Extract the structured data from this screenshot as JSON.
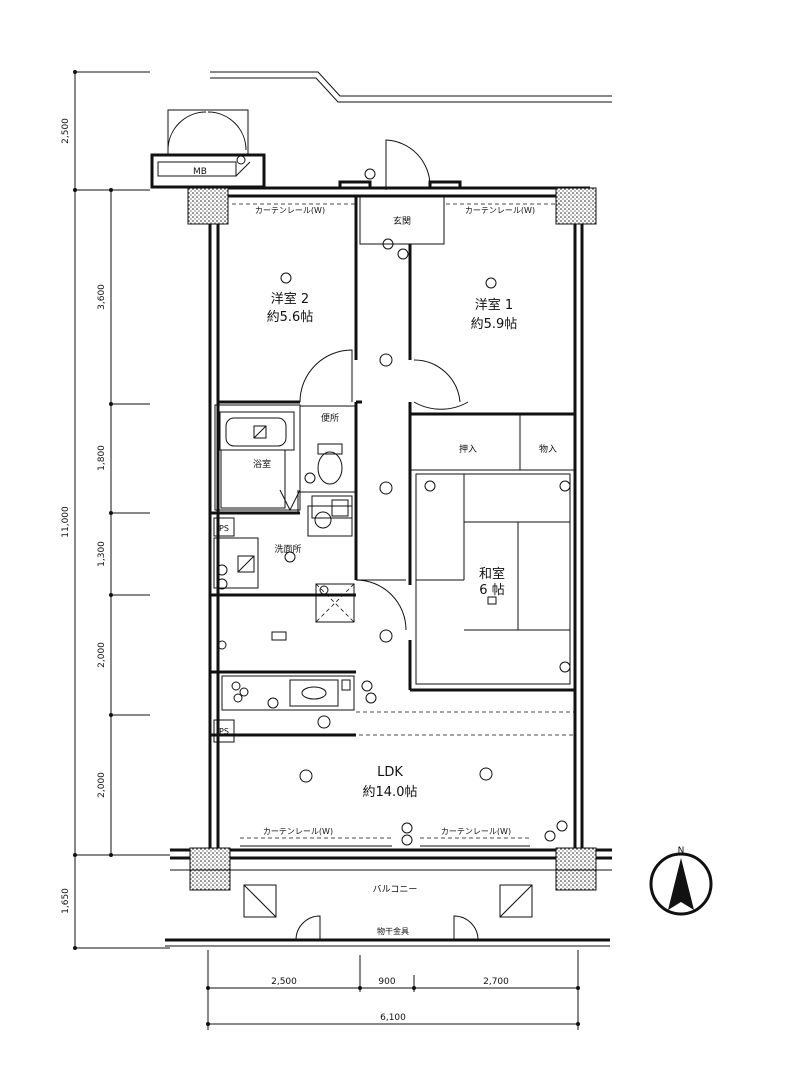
{
  "rooms": {
    "western2": {
      "name": "洋室 2",
      "area": "約5.6帖"
    },
    "western1": {
      "name": "洋室 1",
      "area": "約5.9帖"
    },
    "japanese": {
      "name": "和室",
      "area": "6 帖"
    },
    "ldk": {
      "name": "LDK",
      "area": "約14.0帖"
    },
    "entrance": "玄関",
    "toilet": "便所",
    "bath": "浴室",
    "washroom": "洗面所",
    "oshiire": "押入",
    "storage": "物入",
    "balcony": "バルコニー"
  },
  "labels": {
    "mb": "MB",
    "ps_top": "PS",
    "ps_bottom": "PS",
    "curtain_top_left": "カーテンレール(W)",
    "curtain_top_right": "カーテンレール(W)",
    "curtain_bottom_left": "カーテンレール(W)",
    "curtain_bottom_right": "カーテンレール(W)",
    "clothes_hanger": "物干金具"
  },
  "dimensions": {
    "left": [
      "2,500",
      "3,600",
      "1,800",
      "1,300",
      "2,000",
      "2,000",
      "1,650"
    ],
    "total_height": "11,000",
    "bottom": [
      "2,500",
      "900",
      "2,700"
    ],
    "total_width": "6,100"
  },
  "compass": {
    "label": "N"
  }
}
